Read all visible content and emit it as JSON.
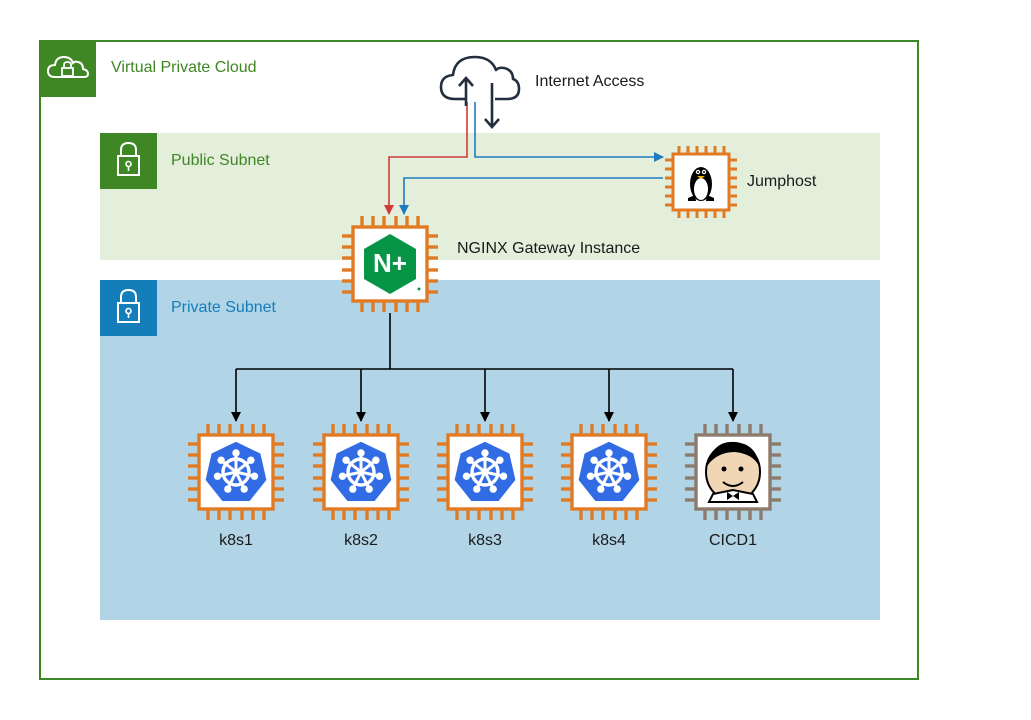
{
  "vpc": {
    "label": "Virtual Private Cloud",
    "color": "#3f8624"
  },
  "public_subnet": {
    "label": "Public Subnet",
    "color": "#3f8624",
    "background": "#e3eedb"
  },
  "private_subnet": {
    "label": "Private Subnet",
    "color": "#147eba",
    "background": "#b1d4e6"
  },
  "internet": {
    "label": "Internet Access",
    "icon": "cloud-upload-download-icon"
  },
  "jumphost": {
    "label": "Jumphost",
    "icon": "linux-tux-icon"
  },
  "gateway": {
    "label": "NGINX Gateway Instance",
    "badge_text": "N+",
    "badge_color": "#079447"
  },
  "nodes": [
    {
      "label": "k8s1",
      "icon": "kubernetes-icon"
    },
    {
      "label": "k8s2",
      "icon": "kubernetes-icon"
    },
    {
      "label": "k8s3",
      "icon": "kubernetes-icon"
    },
    {
      "label": "k8s4",
      "icon": "kubernetes-icon"
    },
    {
      "label": "CICD1",
      "icon": "jenkins-icon"
    }
  ],
  "colors": {
    "chip_orange": "#e07b24",
    "chip_brown": "#8c7b6c",
    "link_red": "#d13a3a",
    "link_blue": "#1f7bbf",
    "kubernetes_blue": "#326ce5"
  }
}
